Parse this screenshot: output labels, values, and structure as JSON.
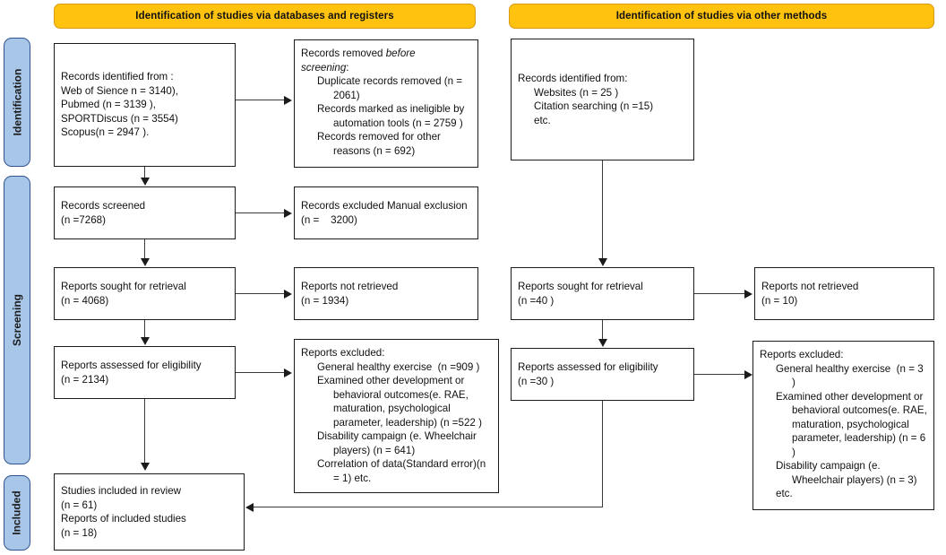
{
  "banners": {
    "left": "Identification of studies via databases and registers",
    "right": "Identification of studies via other methods"
  },
  "stage_labels": {
    "identification": "Identification",
    "screening": "Screening",
    "included": "Included"
  },
  "colors": {
    "banner_fill": "#FFC20E",
    "banner_border": "#D79B18",
    "stage_fill": "#A8C6E8",
    "stage_border": "#31538F",
    "box_border": "#1b1b1b",
    "connector": "#3a3a3a"
  },
  "left_column": {
    "identified": {
      "title": "Records identified from :",
      "lines": [
        "Web of Sience n = 3140),",
        "Pubmed (n = 3139 ),",
        "SPORTDiscus (n = 3554)",
        "Scopus(n = 2947 )."
      ]
    },
    "removed": {
      "title": "Records removed ",
      "title_italic": "before",
      "title_tail": "screening",
      "title_colon": ":",
      "items": [
        "Duplicate records removed (n = 2061)",
        "Records marked as ineligible by automation tools (n = 2759 )",
        "Records removed for other reasons (n = 692)"
      ]
    },
    "screened": {
      "title": "Records screened",
      "count": "(n =7268)"
    },
    "excluded_manual": {
      "title": "Records excluded Manual exclusion",
      "count": "(n =    3200)"
    },
    "sought": {
      "title": "Reports sought for retrieval",
      "count": "(n = 4068)"
    },
    "not_retrieved": {
      "title": "Reports not retrieved",
      "count": "(n = 1934)"
    },
    "assessed": {
      "title": "Reports assessed for eligibility",
      "count": "(n = 2134)"
    },
    "reports_excluded": {
      "title": "Reports excluded:",
      "items": [
        "General healthy exercise  (n =909 )",
        "Examined other development or behavioral outcomes(e. RAE, maturation, psychological parameter, leadership) (n =522 )",
        "Disability campaign (e. Wheelchair players) (n = 641)",
        "Correlation of data(Standard error)(n = 1) etc."
      ]
    },
    "included": {
      "line1": "Studies included in review",
      "count1": "(n = 61)",
      "line2": "Reports of included studies",
      "count2": "(n = 18)"
    }
  },
  "right_column": {
    "identified": {
      "title": "Records identified from:",
      "lines": [
        "Websites (n = 25 )",
        "Citation searching (n =15)",
        "etc."
      ]
    },
    "sought": {
      "title": "Reports sought for retrieval",
      "count": "(n =40 )"
    },
    "not_retrieved": {
      "title": "Reports not retrieved",
      "count": "(n = 10)"
    },
    "assessed": {
      "title": "Reports assessed for eligibility",
      "count": "(n =30 )"
    },
    "reports_excluded": {
      "title": "Reports excluded:",
      "items": [
        "General healthy exercise  (n = 3 )",
        "Examined other development or behavioral outcomes(e. RAE, maturation, psychological parameter, leadership) (n = 6 )",
        "Disability campaign (e. Wheelchair players) (n = 3)",
        "etc."
      ]
    }
  }
}
